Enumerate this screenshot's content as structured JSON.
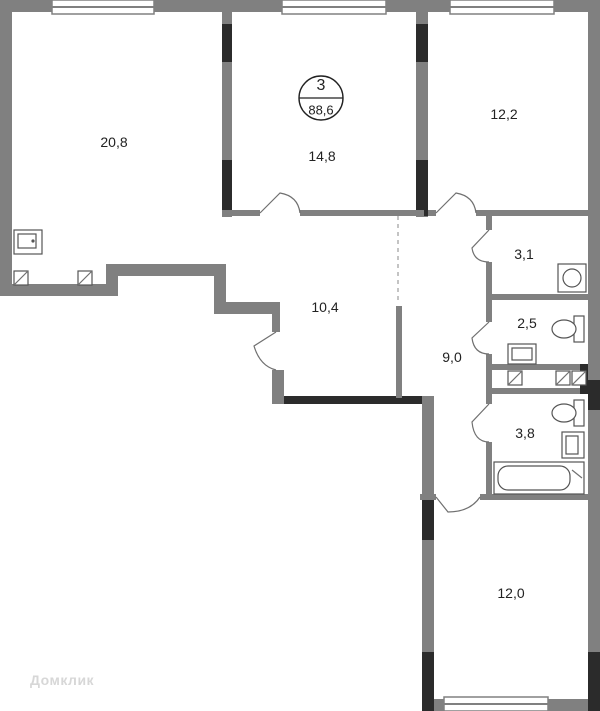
{
  "plan": {
    "rooms_count": "3",
    "total_area": "88,6",
    "rooms": [
      {
        "id": "living",
        "area": "20,8"
      },
      {
        "id": "bedroom-center",
        "area": "14,8"
      },
      {
        "id": "bedroom-top-right",
        "area": "12,2"
      },
      {
        "id": "storage",
        "area": "3,1"
      },
      {
        "id": "toilet",
        "area": "2,5"
      },
      {
        "id": "hall-left",
        "area": "10,4"
      },
      {
        "id": "corridor",
        "area": "9,0"
      },
      {
        "id": "bathroom",
        "area": "3,8"
      },
      {
        "id": "bedroom-bottom",
        "area": "12,0"
      }
    ],
    "icons": [
      "sink-icon",
      "washer-icon",
      "toilet-icon",
      "bathtub-icon",
      "vent-shaft-icon",
      "door-swing-icon",
      "window-icon"
    ]
  },
  "watermark": "Домклик"
}
